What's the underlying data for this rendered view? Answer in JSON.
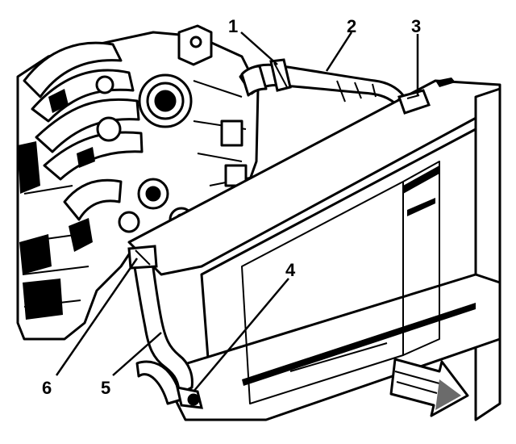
{
  "figure": {
    "callouts": {
      "c1": "1",
      "c2": "2",
      "c3": "3",
      "c4": "4",
      "c5": "5",
      "c6": "6"
    },
    "colors": {
      "ink": "#000000",
      "paper": "#ffffff",
      "shade": "#6b6b6b"
    }
  }
}
